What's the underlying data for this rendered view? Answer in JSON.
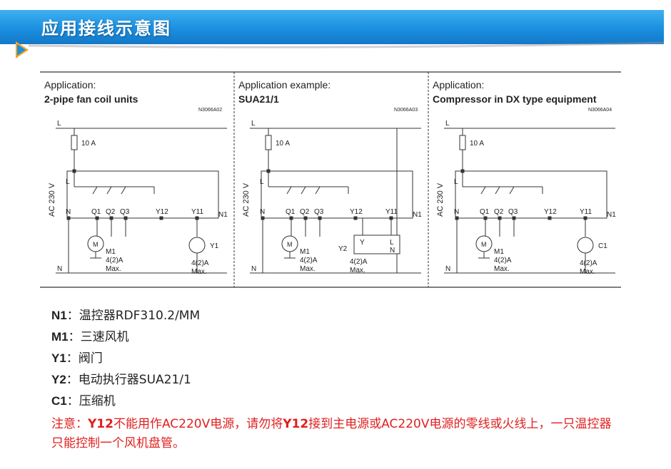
{
  "header": {
    "title": "应用接线示意图"
  },
  "panels": [
    {
      "title_line1": "Application:",
      "title_line2": "2-pipe fan coil units",
      "code": "N3066A02",
      "side_label": "AC 230 V",
      "l": "L",
      "n": "N",
      "fuse": "10 A",
      "terminals": [
        "N",
        "Q1",
        "Q2",
        "Q3",
        "Y12",
        "Y11"
      ],
      "unit": "N1",
      "motor": "M1",
      "motor_rating": "4(2)A",
      "motor_max": "Max.",
      "load": "Y1",
      "load_rating": "4(2)A",
      "load_max": "Max."
    },
    {
      "title_line1": "Application example:",
      "title_line2": "SUA21/1",
      "code": "N3066A03",
      "side_label": "AC 230 V",
      "l": "L",
      "n": "N",
      "fuse": "10 A",
      "terminals": [
        "N",
        "Q1",
        "Q2",
        "Q3",
        "Y12",
        "Y11"
      ],
      "unit": "N1",
      "motor": "M1",
      "motor_rating": "4(2)A",
      "motor_max": "Max.",
      "load": "Y2",
      "load_rating": "4(2)A",
      "load_max": "Max.",
      "actuator_y": "Y",
      "actuator_l": "L",
      "actuator_n": "N"
    },
    {
      "title_line1": "Application:",
      "title_line2": "Compressor in DX type equipment",
      "code": "N3066A04",
      "side_label": "AC 230 V",
      "l": "L",
      "n": "N",
      "fuse": "10 A",
      "terminals": [
        "N",
        "Q1",
        "Q2",
        "Q3",
        "Y12",
        "Y11"
      ],
      "unit": "N1",
      "motor": "M1",
      "motor_rating": "4(2)A",
      "motor_max": "Max.",
      "load": "C1",
      "load_rating": "4(2)A",
      "load_max": "Max."
    }
  ],
  "legend": [
    {
      "key": "N1",
      "sep": "：",
      "value": "温控器RDF310.2/MM"
    },
    {
      "key": "M1",
      "sep": "：",
      "value": "三速风机"
    },
    {
      "key": "Y1",
      "sep": "：",
      "value": "阀门"
    },
    {
      "key": "Y2",
      "sep": "：",
      "value": "电动执行器SUA21/1"
    },
    {
      "key": "C1",
      "sep": "：",
      "value": "压缩机"
    }
  ],
  "note": {
    "prefix": "注意：",
    "y12_a": "Y12",
    "text_a": "不能用作AC220V电源，请勿将",
    "y12_b": "Y12",
    "text_b": "接到主电源或AC220V电源的零线或火线上，一只温控器只能控制一个风机盘管。"
  },
  "colors": {
    "header": "#1b8fe0",
    "note": "#e01f1f",
    "line": "#333333"
  }
}
